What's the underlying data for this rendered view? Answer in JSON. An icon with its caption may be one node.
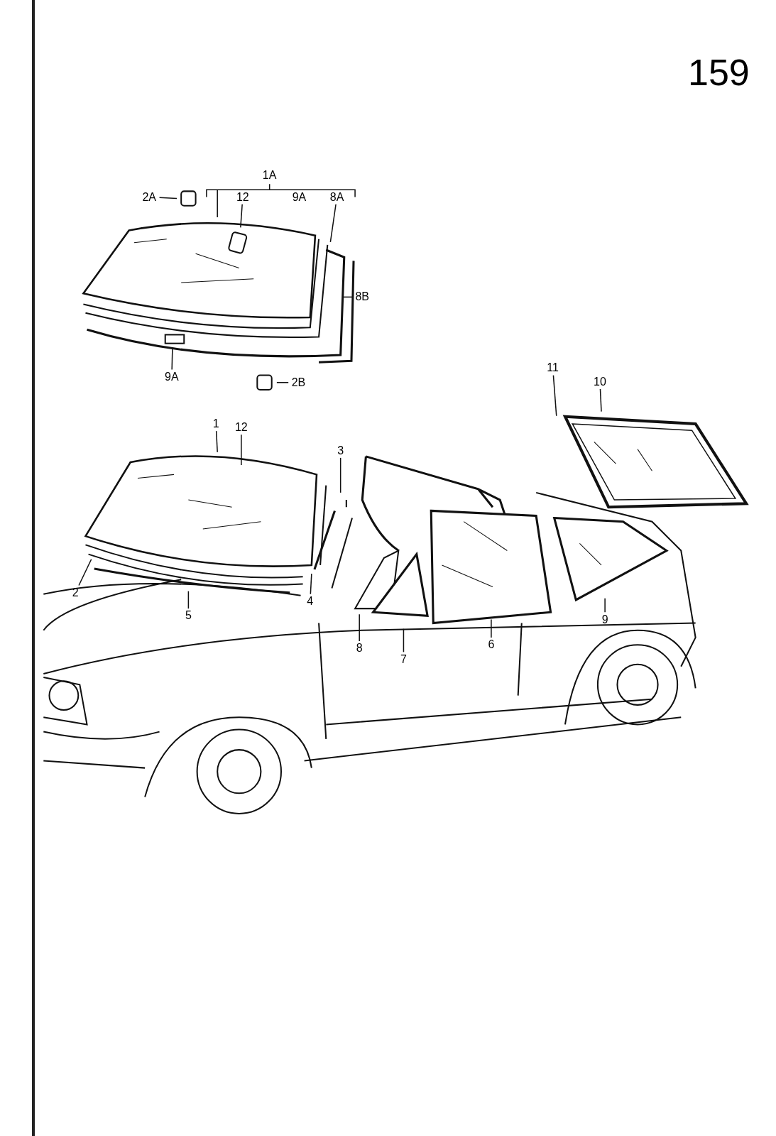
{
  "diagram": {
    "nodes": [
      {
        "text": [
          "2A"
        ]
      },
      {
        "text": [
          "12"
        ]
      },
      {
        "text": [
          "8A"
        ]
      },
      {
        "text": [
          "8B"
        ]
      },
      {
        "text": [
          "9A"
        ]
      },
      {
        "text": [
          "2B"
        ]
      },
      {
        "text": [
          "11"
        ]
      },
      {
        "text": [
          "10"
        ]
      },
      {
        "text": [
          "1"
        ]
      },
      {
        "text": [
          "12"
        ]
      },
      {
        "text": [
          "3"
        ]
      },
      {
        "text": [
          "2"
        ]
      },
      {
        "text": [
          "5"
        ]
      },
      {
        "text": [
          "4"
        ]
      },
      {
        "text": [
          "8"
        ]
      },
      {
        "text": [
          "7"
        ]
      },
      {
        "text": [
          "6"
        ]
      },
      {
        "text": [
          "9"
        ]
      }
    ],
    "edges": [
      {
        "from": 0,
        "to": null,
        "arrow": "none"
      },
      {
        "from": 1,
        "to": null,
        "arrow": "none"
      },
      {
        "from": 2,
        "to": null,
        "arrow": "none"
      },
      {
        "from": 3,
        "to": null,
        "arrow": "none"
      },
      {
        "from": 4,
        "to": null,
        "arrow": "none"
      },
      {
        "from": 5,
        "to": null,
        "arrow": "none"
      },
      {
        "from": 6,
        "to": null,
        "arrow": "none"
      },
      {
        "from": 7,
        "to": null,
        "arrow": "none"
      },
      {
        "from": 8,
        "to": null,
        "arrow": "none"
      },
      {
        "from": 9,
        "to": null,
        "arrow": "none"
      },
      {
        "from": 10,
        "to": null,
        "arrow": "none"
      },
      {
        "from": 11,
        "to": null,
        "arrow": "none"
      },
      {
        "from": 12,
        "to": null,
        "arrow": "none"
      },
      {
        "from": 13,
        "to": null,
        "arrow": "none"
      },
      {
        "from": 14,
        "to": null,
        "arrow": "none"
      },
      {
        "from": 15,
        "to": null,
        "arrow": "none"
      },
      {
        "from": 16,
        "to": null,
        "arrow": "none"
      },
      {
        "from": 17,
        "to": null,
        "arrow": "none"
      }
    ],
    "labels": [
      "159",
      "1A",
      "9A"
    ]
  }
}
